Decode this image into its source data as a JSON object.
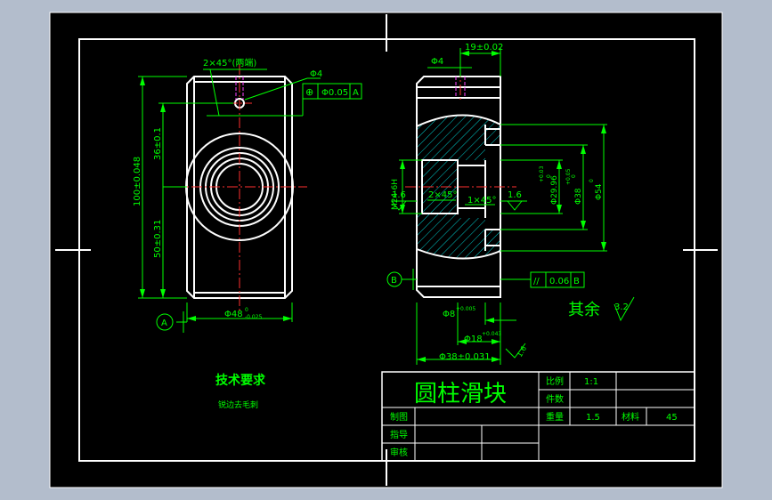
{
  "colors": {
    "background": "#b3bdcc",
    "drawing_bg": "#000000",
    "outline": "#ffffff",
    "dimension": "#00ff00",
    "centerline": "#ff3030",
    "hidden": "#ff40ff",
    "hatch": "#00ffff"
  },
  "left_view": {
    "chamfer_note": "2×45°(两端)",
    "hole_label": "Φ4",
    "tolerance_frame": {
      "symbol": "⊕",
      "value": "Φ0.05",
      "datum": "A"
    },
    "dim_total": "100±0.048",
    "dim_upper": "36±0.1",
    "dim_lower": "50±0.31",
    "dim_width": "Φ48",
    "dim_width_tol_upper": "0",
    "dim_width_tol_lower": "-0.025",
    "datum_label": "A"
  },
  "right_view": {
    "dim_top": "19±0.02",
    "hole_label": "Φ4",
    "dim_thread": "M24-6H",
    "roughness_left": "1.6",
    "chamfer_left": "2×45°",
    "chamfer_right": "1×45°",
    "roughness_right": "1.6",
    "dim_bore": "Φ29.96",
    "dim_bore_tol_upper": "+0.03",
    "dim_bore_tol_lower": "0",
    "dim_mid": "Φ38",
    "dim_mid_tol_upper": "+0.05",
    "dim_mid_tol_lower": "0",
    "dim_outer": "Φ54",
    "dim_outer_tol": "0",
    "dim_small": "Φ8",
    "dim_small_tol": "+0.005",
    "dim_18": "Φ18",
    "dim_18_tol": "+0.043",
    "dim_38": "Φ38±0.031",
    "datum_label": "B",
    "parallel_frame": {
      "symbol": "//",
      "value": "0.06",
      "datum": "B"
    },
    "dim_side": "1.6"
  },
  "others": {
    "label": "其余",
    "value": "3.2"
  },
  "requirements": {
    "title": "技术要求",
    "line1": "锐边去毛刺"
  },
  "title_block": {
    "part_name": "圆柱滑块",
    "scale_label": "比例",
    "scale_value": "1:1",
    "qty_label": "件数",
    "weight_label": "重量",
    "weight_value": "1.5",
    "material_label": "材料",
    "material_value": "45",
    "drawn_label": "制图",
    "guide_label": "指导",
    "review_label": "审核"
  }
}
